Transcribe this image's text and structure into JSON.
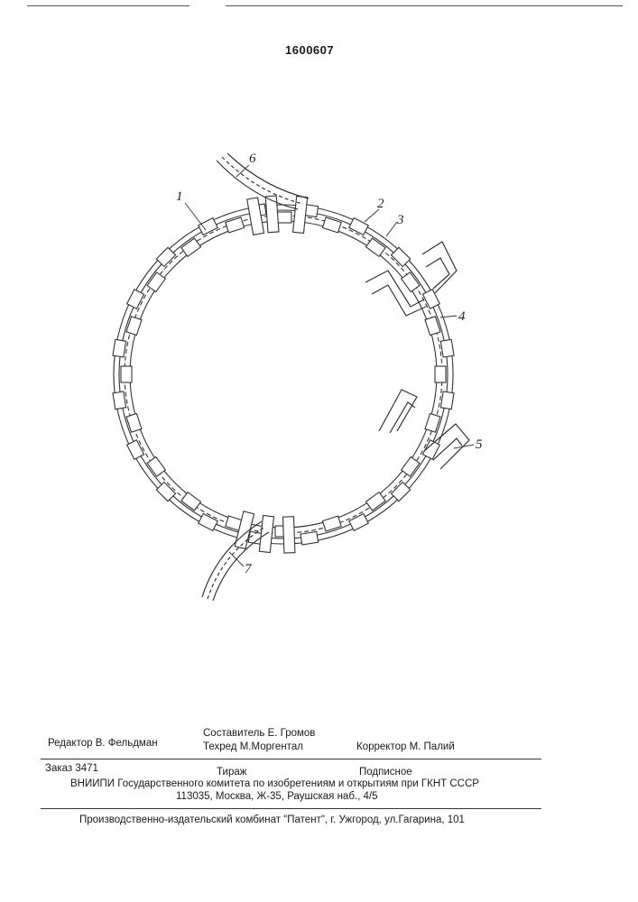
{
  "patent_number": "1600607",
  "figure_labels": {
    "l1": "1",
    "l2": "2",
    "l3": "3",
    "l4": "4",
    "l5": "5",
    "l6": "6",
    "l7": "7"
  },
  "credits": {
    "editor": "Редактор  В. Фельдман",
    "compiler": "Составитель  Е. Громов",
    "techred": "Техред М.Моргентал",
    "corrector": "Корректор  М. Палий"
  },
  "imprint": {
    "order": "Заказ 3471",
    "circulation": "Тираж",
    "subscription": "Подписное",
    "org_line": "ВНИИПИ Государственного комитета по изобретениям и открытиям при ГКНТ СССР",
    "address": "113035, Москва, Ж-35, Раушская наб., 4/5"
  },
  "publisher": "Производственно-издательский комбинат \"Патент\", г. Ужгород, ул.Гагарина, 101"
}
